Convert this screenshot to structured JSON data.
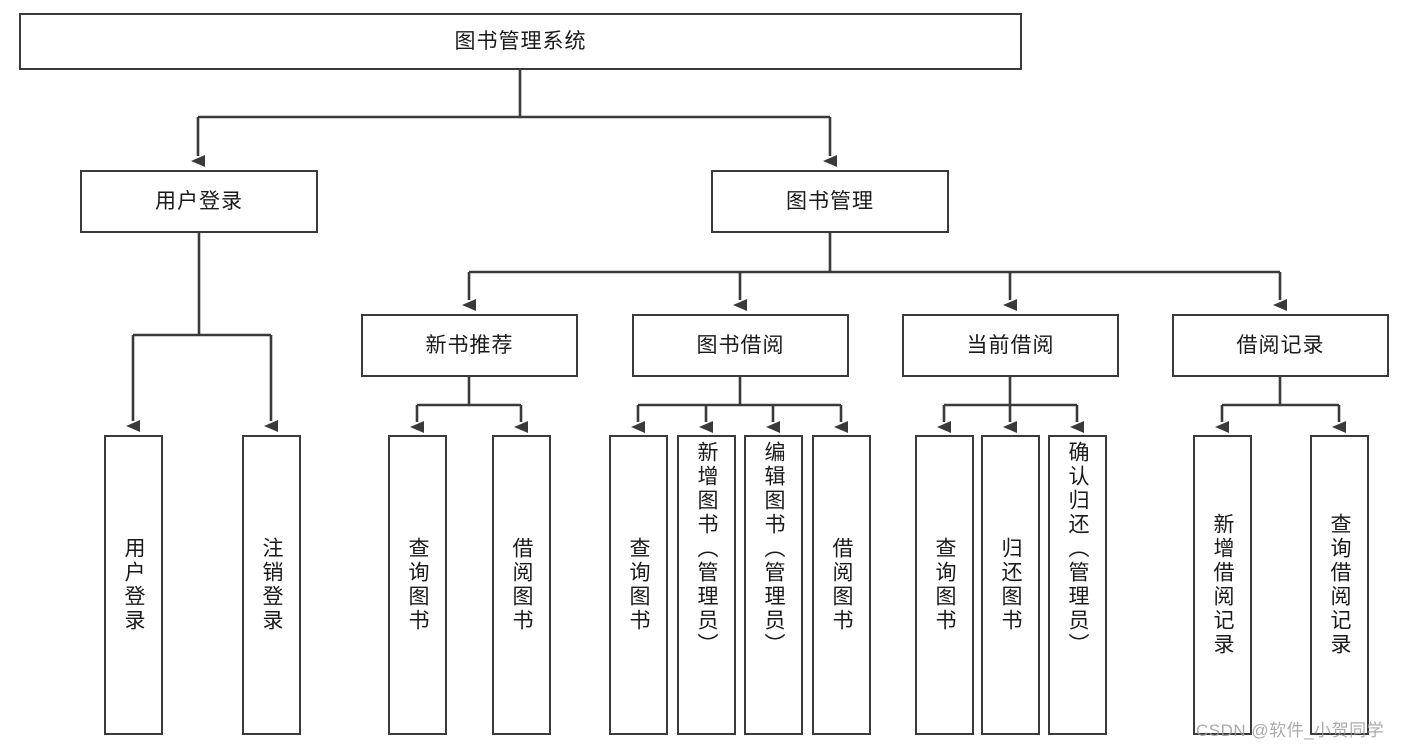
{
  "diagram": {
    "type": "tree-hierarchy-chart",
    "title": "图书管理系统",
    "line_color": "#3a3a3a",
    "box_fill": "#ffffff",
    "text_color": "#1a1a1a",
    "root": {
      "label": "图书管理系统"
    },
    "level1": [
      {
        "label": "用户登录"
      },
      {
        "label": "图书管理"
      }
    ],
    "level2": [
      {
        "label": "新书推荐"
      },
      {
        "label": "图书借阅"
      },
      {
        "label": "当前借阅"
      },
      {
        "label": "借阅记录"
      }
    ],
    "leaves": {
      "user_login": [
        {
          "label": "用户登录"
        },
        {
          "label": "注销登录"
        }
      ],
      "new_book_recommend": [
        {
          "label": "查询图书"
        },
        {
          "label": "借阅图书"
        }
      ],
      "book_borrow": [
        {
          "label": "查询图书"
        },
        {
          "label": "新增图书（管理员）"
        },
        {
          "label": "编辑图书（管理员）"
        },
        {
          "label": "借阅图书"
        }
      ],
      "current_borrow": [
        {
          "label": "查询图书"
        },
        {
          "label": "归还图书"
        },
        {
          "label": "确认归还（管理员）"
        }
      ],
      "borrow_record": [
        {
          "label": "新增借阅记录"
        },
        {
          "label": "查询借阅记录"
        }
      ]
    }
  },
  "watermark": {
    "text": "CSDN @软件_小贺同学"
  }
}
